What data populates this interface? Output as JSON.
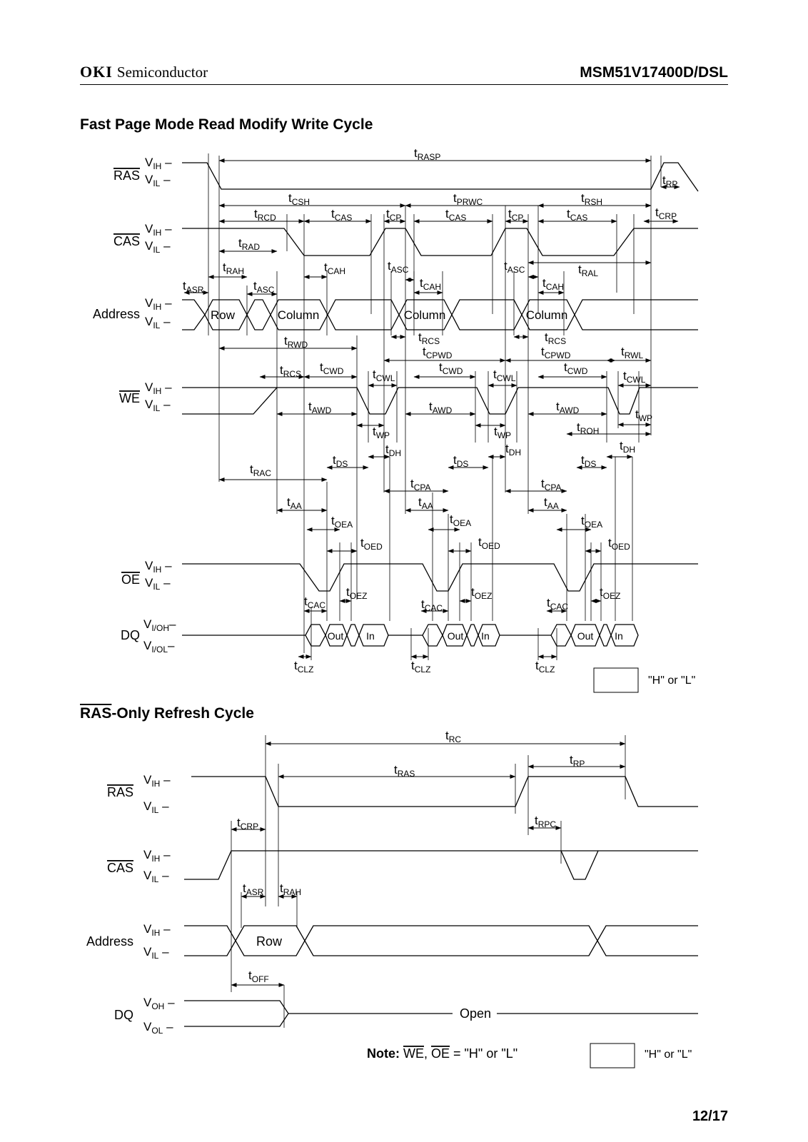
{
  "header": {
    "brand": "OKI",
    "brand_suffix": "Semiconductor",
    "part_number": "MSM51V17400D/DSL"
  },
  "diagram1": {
    "title": "Fast Page Mode Read Modify Write Cycle",
    "signals": [
      "RAS",
      "CAS",
      "Address",
      "WE",
      "OE",
      "DQ"
    ],
    "levels": {
      "ih": "IH",
      "il": "IL",
      "ioh": "I/OH",
      "iol": "I/OL"
    },
    "address_labels": [
      "Row",
      "Column",
      "Column",
      "Column"
    ],
    "dq_labels": [
      "Out",
      "In"
    ],
    "legend": "\"H\" or \"L\""
  },
  "diagram2": {
    "title_overlined": "RAS",
    "title_rest": "-Only Refresh Cycle",
    "signals": [
      "RAS",
      "CAS",
      "Address",
      "DQ"
    ],
    "levels": {
      "ih": "IH",
      "il": "IL",
      "oh": "OH",
      "ol": "OL"
    },
    "address_label": "Row",
    "dq_label": "Open",
    "note_label": "Note:",
    "note_text": " = \"H\" or \"L\"",
    "legend": "\"H\" or \"L\""
  },
  "timing_params": [
    "RASP",
    "RP",
    "CSH",
    "PRWC",
    "RSH",
    "RCD",
    "CAS",
    "CP",
    "CRP",
    "RAD",
    "RAH",
    "CAH",
    "ASC",
    "RAL",
    "ASR",
    "RWD",
    "RCS",
    "CPWD",
    "RWL",
    "CWD",
    "CWL",
    "AWD",
    "WP",
    "ROH",
    "DH",
    "DS",
    "RAC",
    "CPA",
    "AA",
    "OEA",
    "OED",
    "OEZ",
    "CAC",
    "CLZ",
    "RC",
    "RAS",
    "RPC",
    "OFF"
  ],
  "page": {
    "number": "12/17"
  }
}
